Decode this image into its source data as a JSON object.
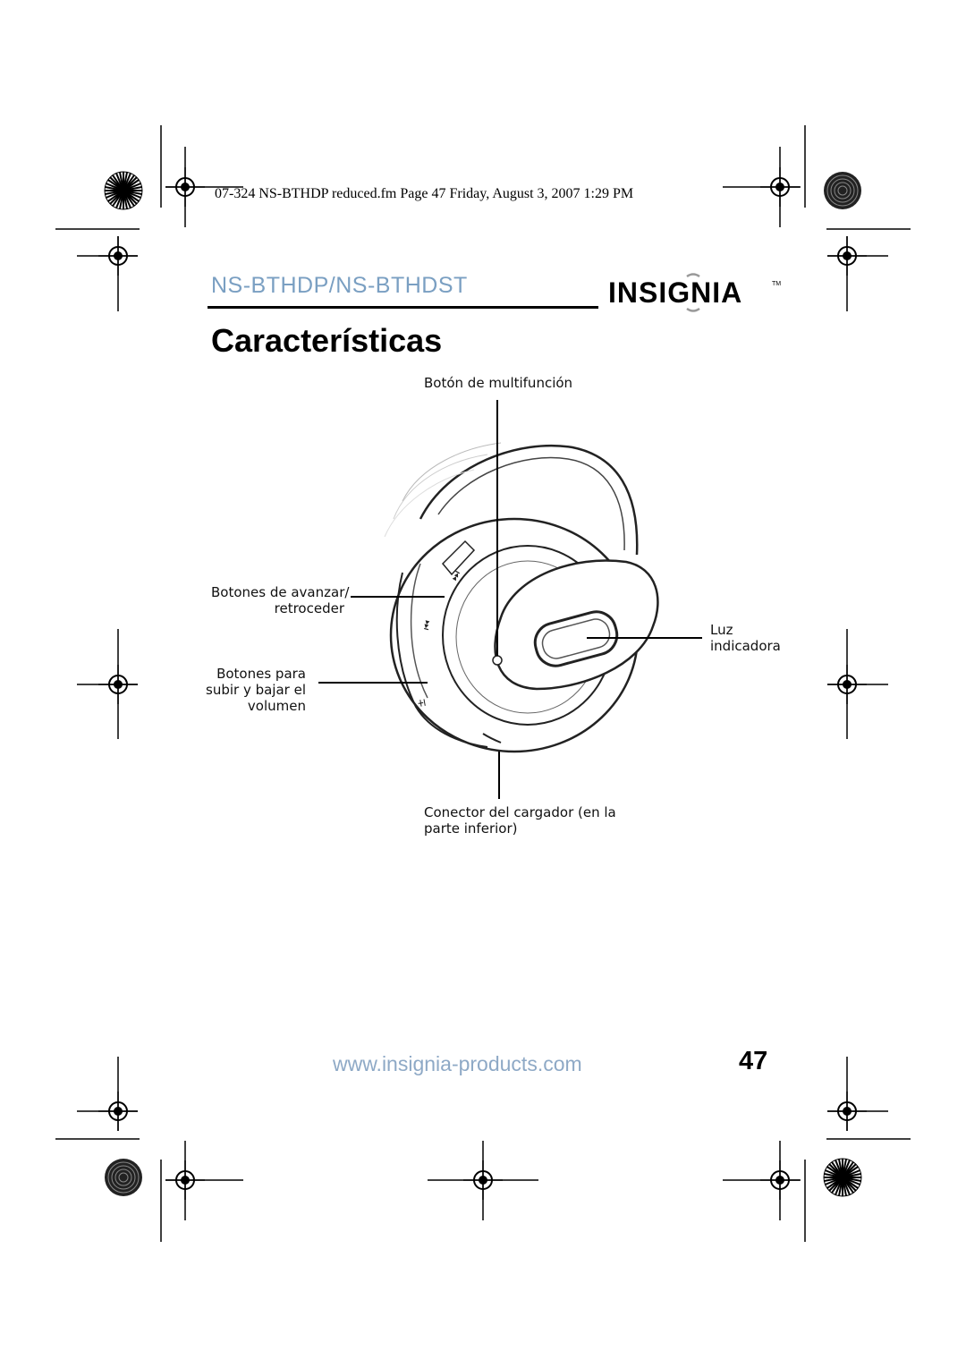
{
  "print_header": "07-324 NS-BTHDP reduced.fm  Page 47  Friday, August 3, 2007  1:29 PM",
  "model": "NS-BTHDP/NS-BTHDST",
  "logo": {
    "text": "INSIGNIA",
    "trademark": "TM",
    "icon": "insignia-logo"
  },
  "section_title": "Características",
  "callouts": {
    "multifunction": "Botón de multifunción",
    "skip_line1": "Botones de avanzar/",
    "skip_line2": "retroceder",
    "indicator_line1": "Luz",
    "indicator_line2": "indicadora",
    "volume_line1": "Botones para",
    "volume_line2": "subir y bajar el",
    "volume_line3": "volumen",
    "charger_line1": "Conector del cargador (en la",
    "charger_line2": "parte inferior)"
  },
  "footer": {
    "url": "www.insignia-products.com",
    "page_number": "47"
  },
  "colors": {
    "model_text": "#7a9fc2",
    "url_text": "#8ea9c6",
    "text": "#000000"
  }
}
